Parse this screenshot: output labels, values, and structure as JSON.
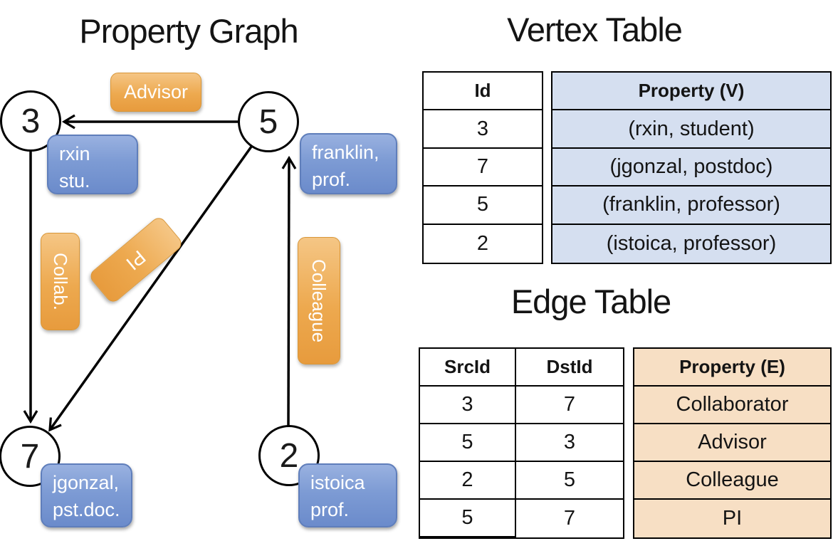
{
  "graph": {
    "title": "Property Graph",
    "nodes": [
      {
        "id": "3",
        "property": "rxin\nstu."
      },
      {
        "id": "5",
        "property": "franklin,\nprof."
      },
      {
        "id": "7",
        "property": "jgonzal,\npst.doc."
      },
      {
        "id": "2",
        "property": "istoica\nprof."
      }
    ],
    "edges": [
      {
        "src": "5",
        "dst": "3",
        "label": "Advisor"
      },
      {
        "src": "3",
        "dst": "7",
        "label": "Collab."
      },
      {
        "src": "5",
        "dst": "7",
        "label": "PI"
      },
      {
        "src": "2",
        "dst": "5",
        "label": "Colleague"
      }
    ]
  },
  "vertex_table": {
    "title": "Vertex Table",
    "columns": [
      "Id",
      "Property (V)"
    ],
    "rows": [
      {
        "id": "3",
        "property": "(rxin, student)"
      },
      {
        "id": "7",
        "property": "(jgonzal, postdoc)"
      },
      {
        "id": "5",
        "property": "(franklin, professor)"
      },
      {
        "id": "2",
        "property": "(istoica, professor)"
      }
    ]
  },
  "edge_table": {
    "title": "Edge Table",
    "columns": [
      "SrcId",
      "DstId",
      "Property (E)"
    ],
    "rows": [
      {
        "src": "3",
        "dst": "7",
        "property": "Collaborator"
      },
      {
        "src": "5",
        "dst": "3",
        "property": "Advisor"
      },
      {
        "src": "2",
        "dst": "5",
        "property": "Colleague"
      },
      {
        "src": "5",
        "dst": "7",
        "property": "PI"
      }
    ]
  },
  "colors": {
    "edge_label_fill": "#EDA94F",
    "vertex_box_fill": "#7D9BD4",
    "vertex_table_property_fill": "#D5DFF0",
    "edge_table_property_fill": "#F7DFC4",
    "line_color": "#000000"
  }
}
